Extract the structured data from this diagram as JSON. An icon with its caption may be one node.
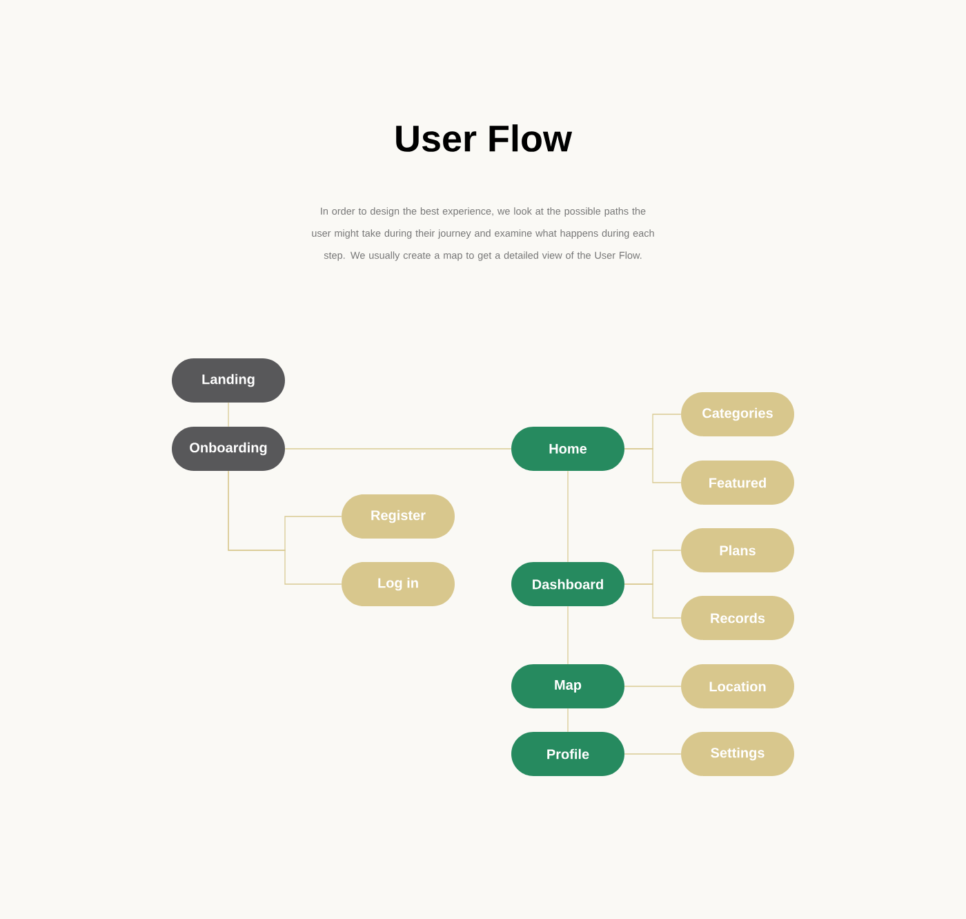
{
  "diagram": {
    "title": "User Flow",
    "caption": "In order to design the best experience, we look at the possible paths the user might take during their journey and examine what happens during each step. We usually create a map to get a detailed view of the User Flow.",
    "nodes": [
      {
        "text": [
          "Landing"
        ]
      },
      {
        "text": [
          "Onboarding"
        ]
      },
      {
        "text": [
          "Register"
        ]
      },
      {
        "text": [
          "Log in"
        ]
      },
      {
        "text": [
          "Home"
        ]
      },
      {
        "text": [
          "Categories"
        ]
      },
      {
        "text": [
          "Featured"
        ]
      },
      {
        "text": [
          "Dashboard"
        ]
      },
      {
        "text": [
          "Plans"
        ]
      },
      {
        "text": [
          "Records"
        ]
      },
      {
        "text": [
          "Map"
        ]
      },
      {
        "text": [
          "Location"
        ]
      },
      {
        "text": [
          "Profile"
        ]
      },
      {
        "text": [
          "Settings"
        ]
      }
    ],
    "edges": [
      {
        "from": 0,
        "to": 1,
        "arrow": "none"
      },
      {
        "from": 1,
        "to": 4,
        "arrow": "none"
      },
      {
        "from": 1,
        "to": 2,
        "arrow": "none"
      },
      {
        "from": 1,
        "to": 3,
        "arrow": "none"
      },
      {
        "from": 4,
        "to": 5,
        "arrow": "none"
      },
      {
        "from": 4,
        "to": 6,
        "arrow": "none"
      },
      {
        "from": 4,
        "to": 7,
        "arrow": "none"
      },
      {
        "from": 7,
        "to": 8,
        "arrow": "none"
      },
      {
        "from": 7,
        "to": 9,
        "arrow": "none"
      },
      {
        "from": 7,
        "to": 10,
        "arrow": "none"
      },
      {
        "from": 10,
        "to": 11,
        "arrow": "none"
      },
      {
        "from": 10,
        "to": 12,
        "arrow": "none"
      },
      {
        "from": 12,
        "to": 13,
        "arrow": "none"
      }
    ]
  }
}
